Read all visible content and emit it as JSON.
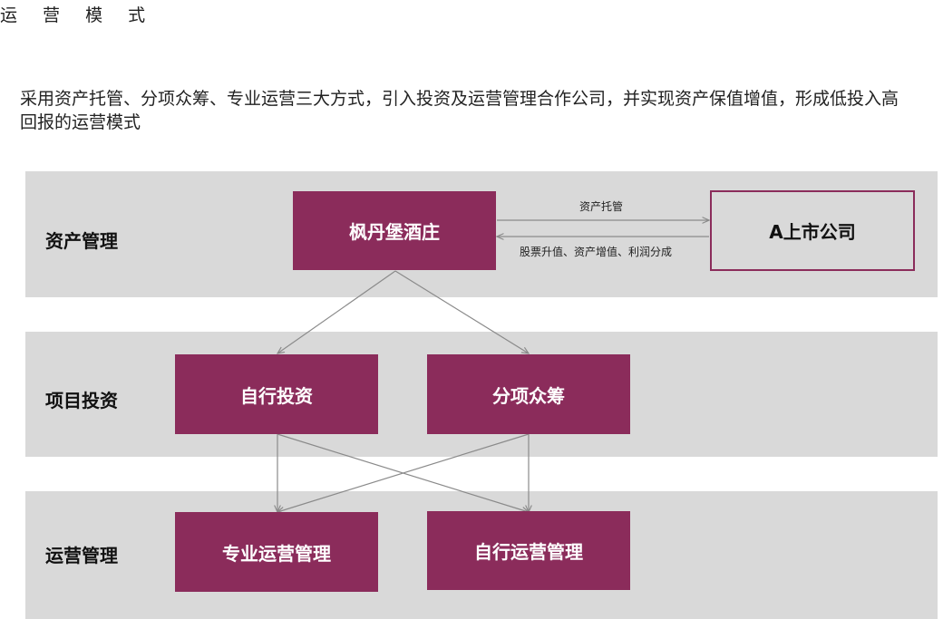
{
  "title": "运 营 模 式",
  "intro": "采用资产托管、分项众筹、专业运营三大方式，引入投资及运营管理合作公司，并实现资产保值增值，形成低投入高回报的运营模式",
  "bands": {
    "asset": "资产管理",
    "invest": "项目投资",
    "operate": "运营管理"
  },
  "boxes": {
    "winery": "枫丹堡酒庄",
    "listed": "A上市公司",
    "self_invest": "自行投资",
    "crowdfund": "分项众筹",
    "pro_operate": "专业运营管理",
    "self_operate": "自行运营管理"
  },
  "arrows": {
    "top": "资产托管",
    "bottom": "股票升值、资产增值、利润分成"
  },
  "colors": {
    "accent": "#8b2c5b",
    "band": "#d9d9d9"
  }
}
